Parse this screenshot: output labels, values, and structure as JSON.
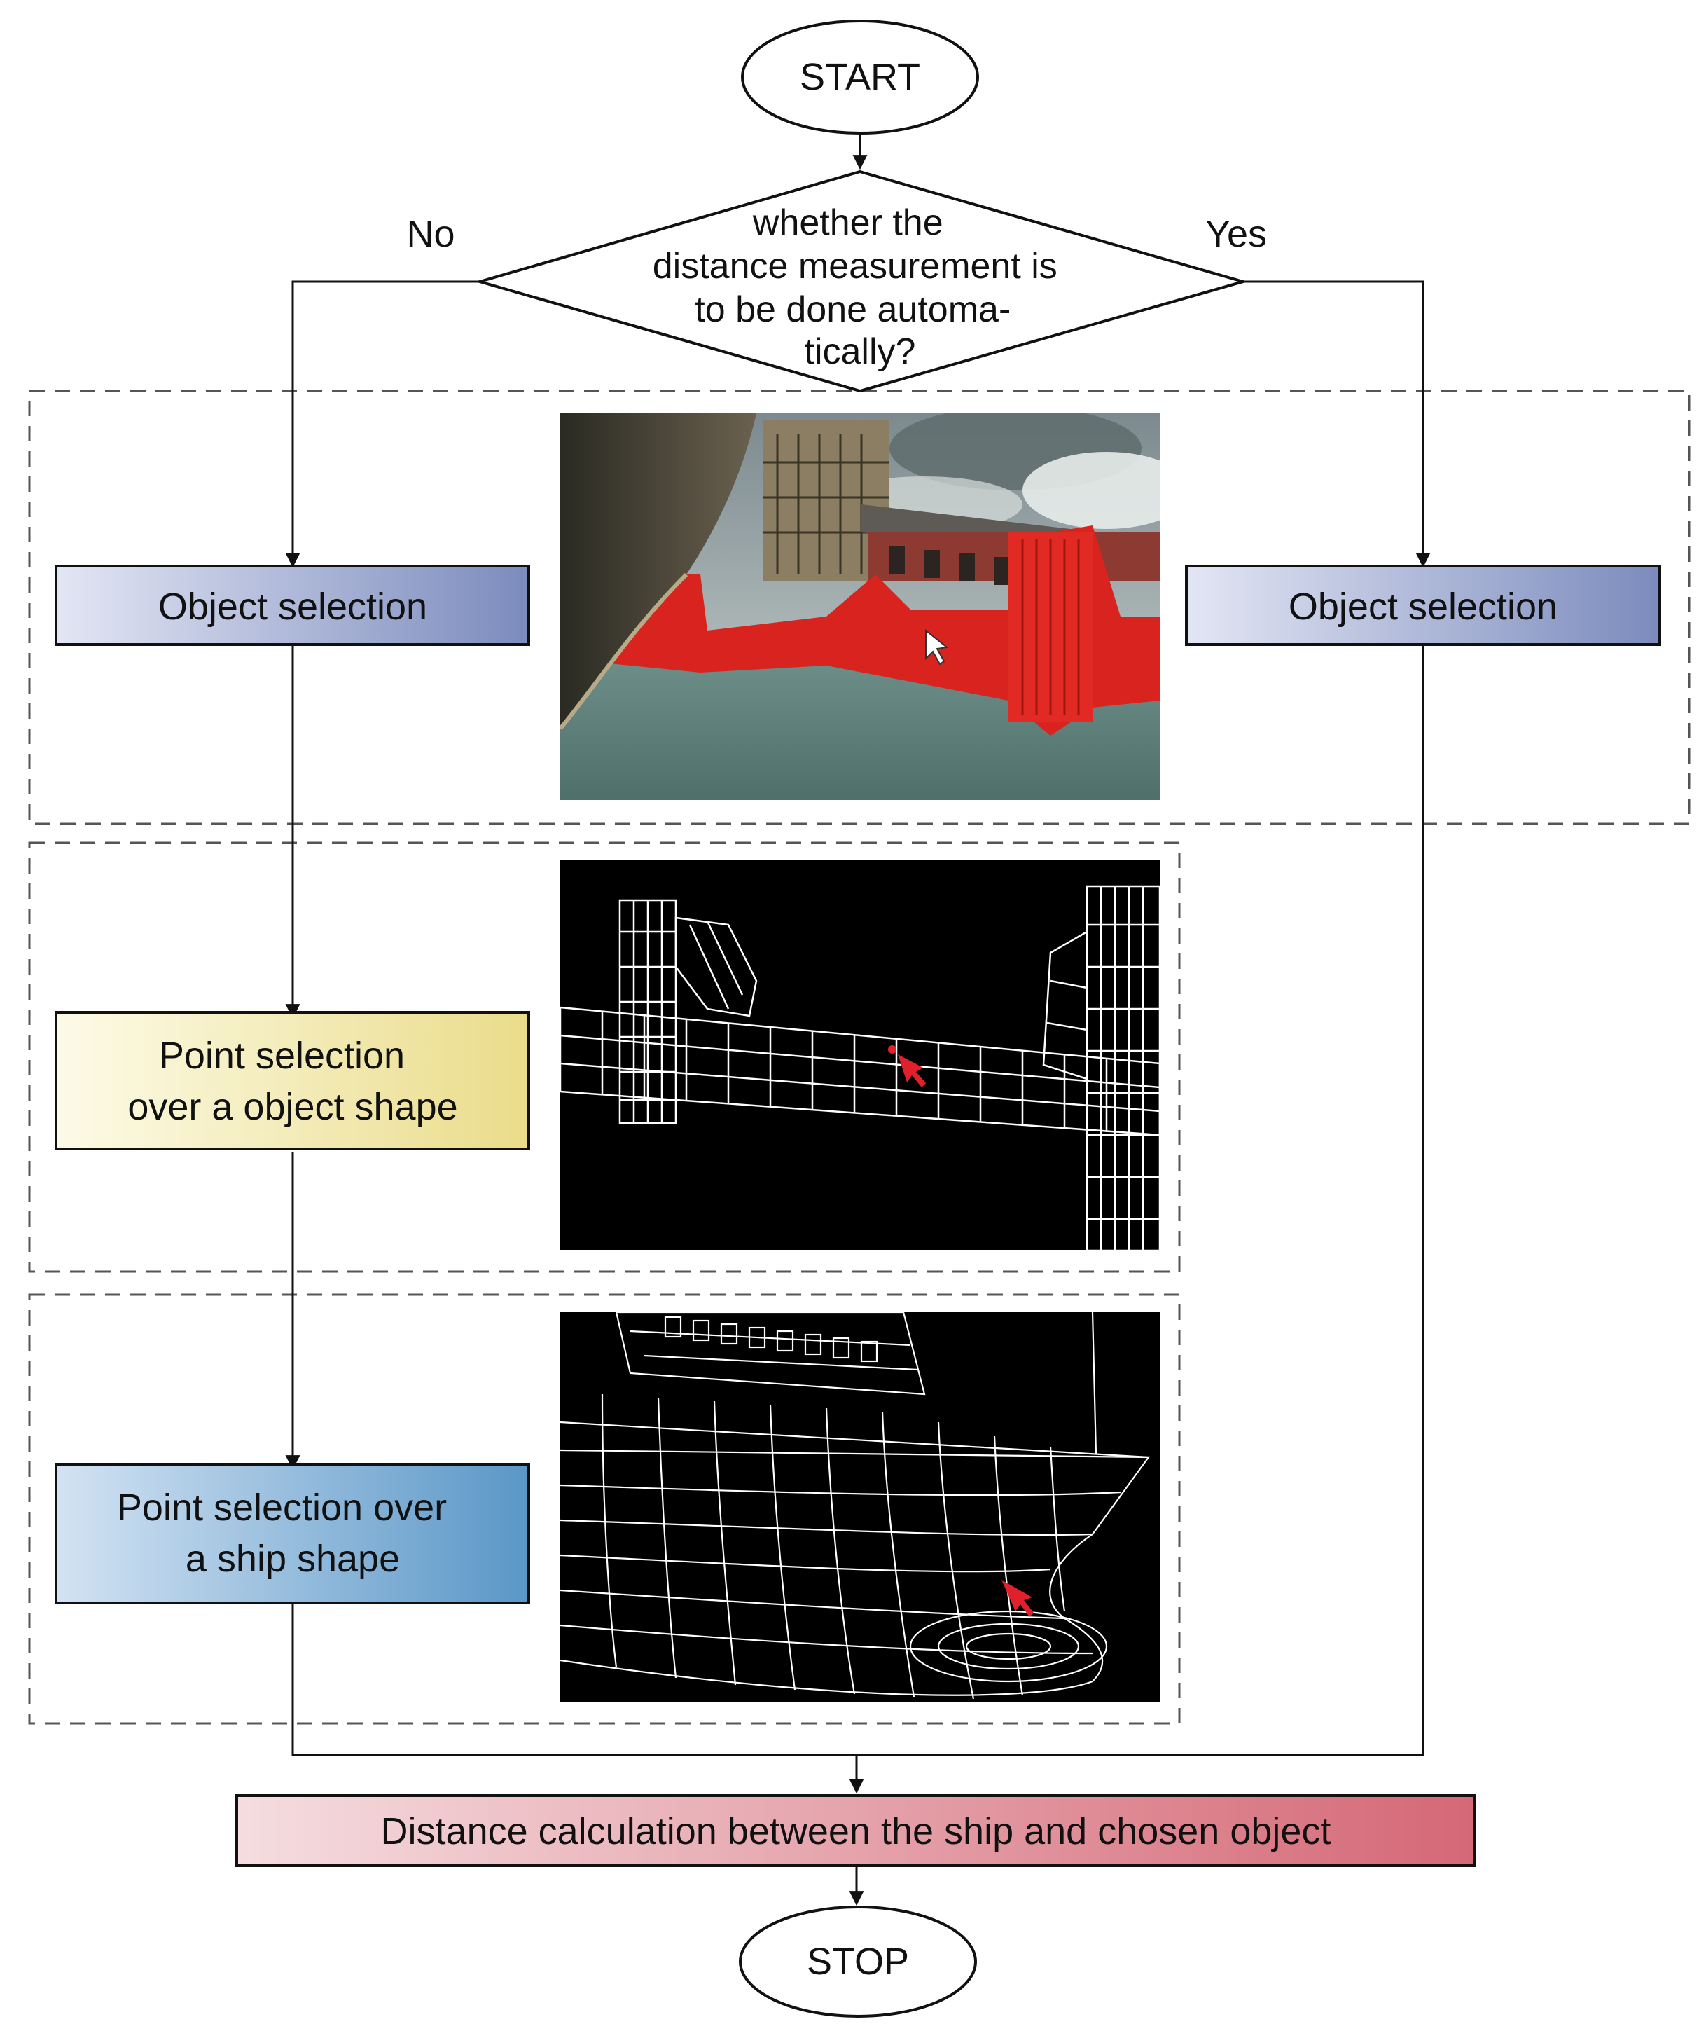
{
  "start_label": "START",
  "stop_label": "STOP",
  "decision": {
    "lines": [
      "whether the",
      "distance measurement is",
      "to be done automa-",
      "tically?"
    ],
    "no_label": "No",
    "yes_label": "Yes"
  },
  "manual_object_selection": {
    "label": "Object selection"
  },
  "auto_object_selection": {
    "label": "Object selection"
  },
  "point_object": {
    "lines": [
      "Point selection",
      "over a object shape"
    ]
  },
  "point_ship": {
    "lines": [
      "Point selection over",
      "a ship shape"
    ]
  },
  "distance_calc": {
    "label": "Distance calculation between the ship and chosen object"
  },
  "colors": {
    "object_selection_fill_light": "#dfe3f2",
    "object_selection_fill_dark": "#7f8fbf",
    "point_object_fill_light": "#fdfbe6",
    "point_object_fill_dark": "#ecdf8e",
    "point_ship_fill_light": "#cfe0f1",
    "point_ship_fill_dark": "#5e9ac9",
    "distance_fill_light": "#f3d6da",
    "distance_fill_dark": "#d76a78",
    "highlight_red": "#e0202a",
    "wireframe_bg": "#000000",
    "wireframe_line": "#ffffff"
  }
}
